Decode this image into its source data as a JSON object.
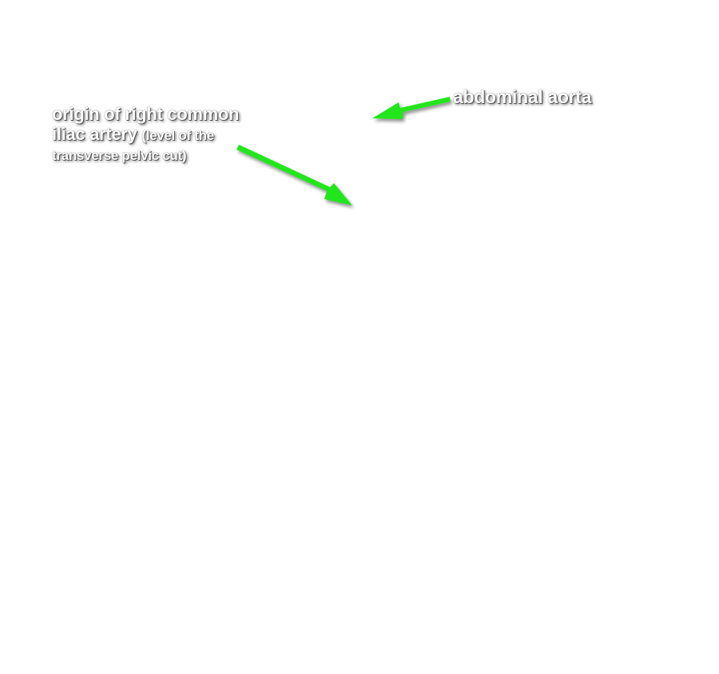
{
  "annotations": {
    "aorta_label": "abdominal aorta",
    "iliac_label_line1": "origin of right common",
    "iliac_label_line2_main": "iliac artery",
    "iliac_label_line2_sub": "(level of the",
    "iliac_label_line3": "transverse pelvic cut)"
  },
  "colors": {
    "arrow": "#22e61c",
    "label_text": "#ffffff",
    "background": "#ffffff"
  }
}
